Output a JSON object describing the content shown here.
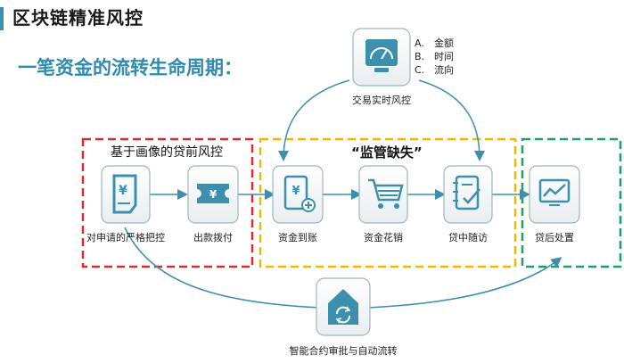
{
  "title": "区块链精准风控",
  "subtitle": "一笔资金的流转生命周期：",
  "monitor": {
    "label": "交易实时风控",
    "legend": [
      {
        "key": "A.",
        "text": "金额"
      },
      {
        "key": "B.",
        "text": "时间"
      },
      {
        "key": "C.",
        "text": "流向"
      }
    ]
  },
  "groups": {
    "pre_loan": "基于画像的贷前风控",
    "regulation_gap": "“监管缺失”"
  },
  "steps": [
    {
      "id": "strict-review",
      "label": "对申请的严格把控"
    },
    {
      "id": "disbursement",
      "label": "出款拨付"
    },
    {
      "id": "funds-arrival",
      "label": "资金到账"
    },
    {
      "id": "funds-spending",
      "label": "资金花销"
    },
    {
      "id": "in-loan-visit",
      "label": "贷中随访"
    },
    {
      "id": "post-loan",
      "label": "贷后处置"
    }
  ],
  "smart_contract": {
    "label": "智能合约审批与自动流转"
  },
  "colors": {
    "accent": "#3b8fb3",
    "icon_fill": "#3d8fae",
    "red_box": "#e0292b",
    "yellow_box": "#f2b705",
    "green_box": "#1f9e6a"
  }
}
